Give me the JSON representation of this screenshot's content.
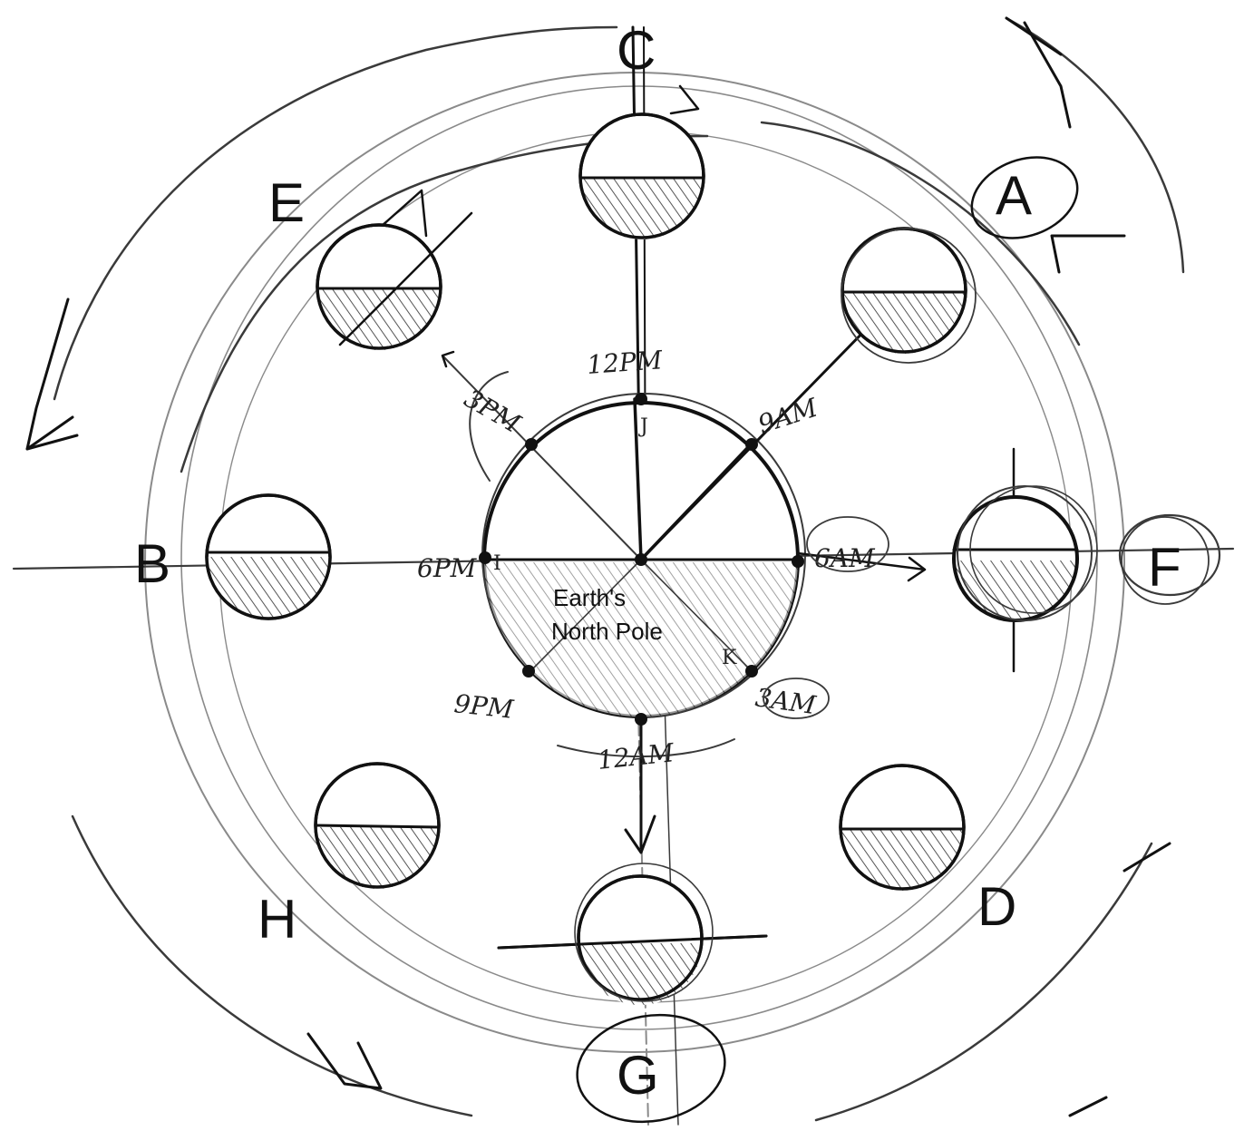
{
  "earth": {
    "label_line1": "Earth's",
    "label_line2": "North Pole"
  },
  "times": {
    "noon": "12PM",
    "three_pm": "3PM",
    "nine_am": "9AM",
    "six_pm": "6PM",
    "six_am": "6AM",
    "nine_pm": "9PM",
    "three_am": "3AM",
    "midnight": "12AM"
  },
  "points": {
    "i": "I",
    "j": "J",
    "k": "K"
  },
  "positions": {
    "a": "A",
    "b": "B",
    "c": "C",
    "d": "D",
    "e": "E",
    "f": "F",
    "g": "G",
    "h": "H"
  },
  "colors": {
    "ink": "#111111",
    "pencil": "#3a3a3a",
    "pencil_light": "#8a8a8a",
    "shading": "#555555"
  }
}
